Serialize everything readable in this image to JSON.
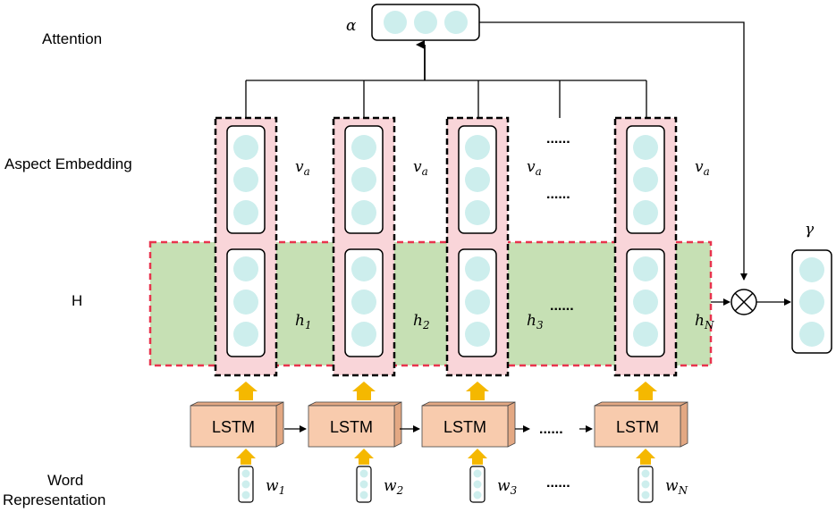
{
  "labels": {
    "attention": "Attention",
    "aspect_embedding": "Aspect Embedding",
    "h_layer": "H",
    "word_rep_line1": "Word",
    "word_rep_line2": "Representation",
    "alpha": "α",
    "gamma": "γ",
    "lstm": "LSTM",
    "dots": "......"
  },
  "columns": [
    {
      "aspect": "v",
      "aspect_sub": "a",
      "hidden": "h",
      "hidden_sub": "1",
      "word": "w",
      "word_sub": "1"
    },
    {
      "aspect": "v",
      "aspect_sub": "a",
      "hidden": "h",
      "hidden_sub": "2",
      "word": "w",
      "word_sub": "2"
    },
    {
      "aspect": "v",
      "aspect_sub": "a",
      "hidden": "h",
      "hidden_sub": "3",
      "word": "w",
      "word_sub": "3"
    },
    {
      "aspect": "v",
      "aspect_sub": "a",
      "hidden": "h",
      "hidden_sub": "N",
      "word": "w",
      "word_sub": "N"
    }
  ],
  "colors": {
    "node_fill": "#cdeeed",
    "pink_fill": "#f9d5d9",
    "green_fill": "#c6e0b4",
    "red_dash": "#e8344e",
    "lstm_fill": "#f8cbad",
    "lstm_side": "#e3a883",
    "arrow_orange": "#f5b800"
  }
}
